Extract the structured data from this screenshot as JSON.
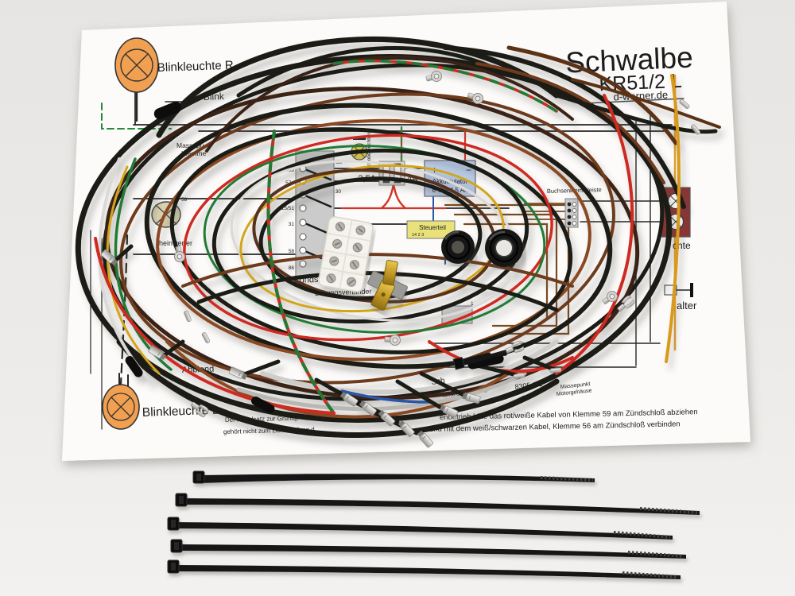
{
  "background_color": "#eae8e6",
  "paper": {
    "color": "#fcfbfa"
  },
  "title_block": {
    "title": "Schwalbe",
    "model": "KR51/2 L",
    "website": "d-werner.de"
  },
  "diagram": {
    "blinker_right_label": "Blinkleuchte R",
    "blinker_fragment": "Blink",
    "ground_point_line1": "Massepu",
    "ground_point_line2": "Klemme",
    "headlight_fragment": "heinwerfer",
    "headlight_terminal": "58",
    "tacho_label": "Tachobeleuchtung",
    "terminal_58": "58",
    "terminal_30": "30",
    "fuse1": "2,5A",
    "fuse2": "4A",
    "battery_plus": "+",
    "battery_minus": "−",
    "battery_line1": "Akkumulator",
    "battery_line2": "6 Volt 4,5 Ah",
    "ignition_terminals": [
      "59b",
      "57e",
      "15/51",
      "31",
      "58",
      "86"
    ],
    "ignition_label": "Zündschloß",
    "connector_label": "Leitungsverbinder",
    "control_unit_label": "Steuerteil",
    "control_unit_pins": "14  2  3",
    "socket_strip_label": "Buchsenklemmleiste",
    "tail_light_fragment": "chte",
    "brake_switch_fragment": "alter",
    "dimmer_fragment": "Abblend",
    "blinker_left_label": "Blinkleuchte L",
    "small_box_number": "1",
    "note_line1": "Der Kabelsatz zur Grundp",
    "note_line2": "gehört nicht zum Lieferumfang d",
    "electronics_fragment": "Sch",
    "electronics_line": "lektronik Zünd",
    "electronics_number": "8305.1/1",
    "ground_engine_line1": "Massepunkt",
    "ground_engine_line2": "Motorgehäuse",
    "instruction_line1": "enbetrieb bitte das rot/weiße Kabel von Klemme 59 am Zündschloß abziehen",
    "instruction_line2": "und mit dem weiß/schwarzen Kabel, Klemme 56 am Zündschloß verbinden"
  },
  "harness": {
    "cable_tie_count": 5,
    "grommet_count": 2,
    "wire_colors": {
      "black": "#1c1a18",
      "dark_brown": "#3a2212",
      "brown": "#6e3b1e",
      "light_brown": "#8a4a22",
      "red": "#cf2b20",
      "green": "#207a36",
      "yellow": "#d2a51c",
      "white": "#dcdad6",
      "gray": "#cfcdc9",
      "blue": "#2b57a5"
    }
  }
}
